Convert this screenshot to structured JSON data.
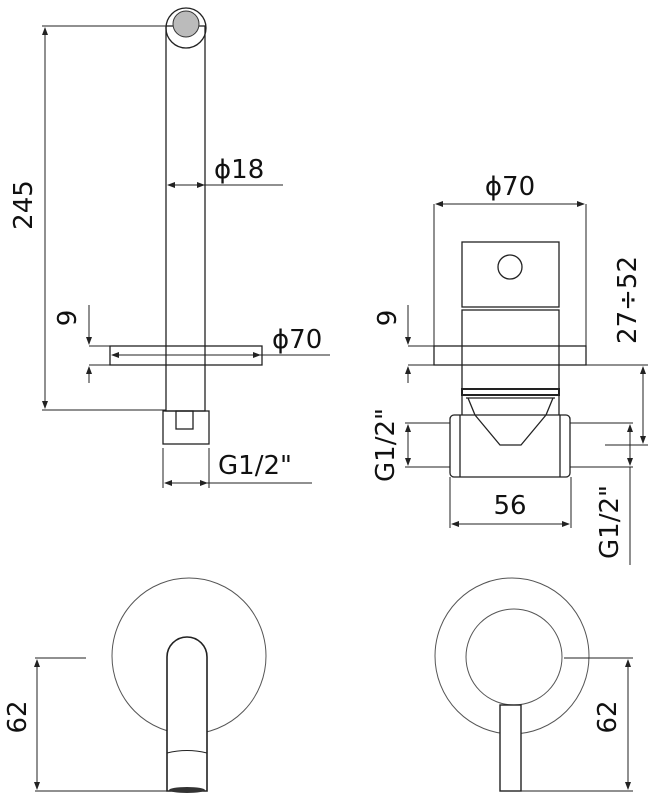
{
  "spout_side": {
    "height": "245",
    "spout_diameter": "ϕ18",
    "plate_thickness": "9",
    "plate_diameter": "ϕ70",
    "connection": "G1/2\""
  },
  "valve_side": {
    "plate_diameter": "ϕ70",
    "plate_thickness": "9",
    "depth_range": "27÷52",
    "inlet_left": "G1/2\"",
    "inlet_right": "G1/2\"",
    "body_width": "56"
  },
  "spout_front": {
    "height": "62"
  },
  "handle_front": {
    "height": "62"
  },
  "colors": {
    "line": "#222222",
    "background": "#ffffff"
  }
}
